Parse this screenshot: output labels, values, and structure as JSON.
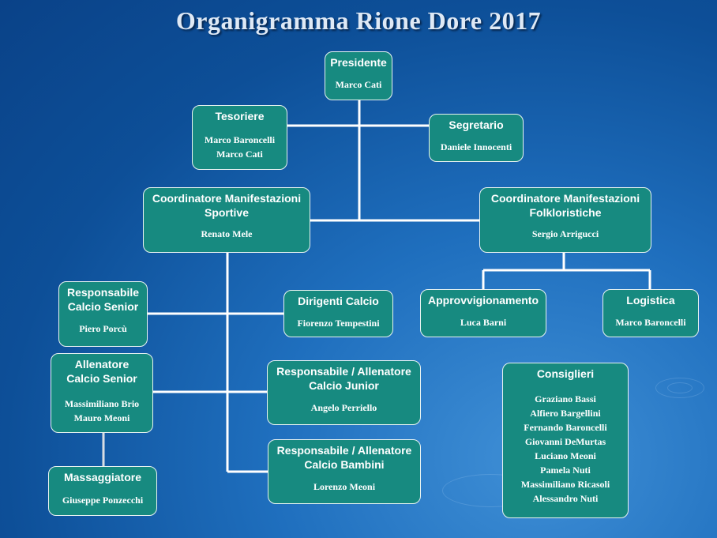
{
  "title": "Organigramma Rione Dore 2017",
  "boxes": {
    "presidente": {
      "role": [
        "Presidente"
      ],
      "names": [
        "Marco Cati"
      ]
    },
    "tesoriere": {
      "role": [
        "Tesoriere"
      ],
      "names": [
        "Marco Baroncelli",
        "Marco Cati"
      ]
    },
    "segretario": {
      "role": [
        "Segretario"
      ],
      "names": [
        "Daniele Innocenti"
      ]
    },
    "coord_sportive": {
      "role": [
        "Coordinatore Manifestazioni",
        "Sportive"
      ],
      "names": [
        "Renato Mele"
      ]
    },
    "coord_folkloristiche": {
      "role": [
        "Coordinatore Manifestazioni",
        "Folkloristiche"
      ],
      "names": [
        "Sergio Arrigucci"
      ]
    },
    "approvvigionamento": {
      "role": [
        "Approvvigionamento"
      ],
      "names": [
        "Luca Barni"
      ]
    },
    "logistica": {
      "role": [
        "Logistica"
      ],
      "names": [
        "Marco Baroncelli"
      ]
    },
    "resp_calcio_senior": {
      "role": [
        "Responsabile",
        "Calcio Senior"
      ],
      "names": [
        "Piero Porcù"
      ]
    },
    "dirigenti_calcio": {
      "role": [
        "Dirigenti Calcio"
      ],
      "names": [
        "Fiorenzo Tempestini"
      ]
    },
    "allenatore_calcio_senior": {
      "role": [
        "Allenatore",
        "Calcio Senior"
      ],
      "names": [
        "Massimiliano Brio",
        "Mauro Meoni"
      ]
    },
    "resp_calcio_junior": {
      "role": [
        "Responsabile / Allenatore",
        "Calcio Junior"
      ],
      "names": [
        "Angelo Perriello"
      ]
    },
    "massaggiatore": {
      "role": [
        "Massaggiatore"
      ],
      "names": [
        "Giuseppe Ponzecchi"
      ]
    },
    "resp_calcio_bambini": {
      "role": [
        "Responsabile / Allenatore",
        "Calcio Bambini"
      ],
      "names": [
        "Lorenzo Meoni"
      ]
    },
    "consiglieri": {
      "role": [
        "Consiglieri"
      ],
      "names": [
        "Graziano Bassi",
        "Alfiero Bargellini",
        "Fernando Baroncelli",
        "Giovanni DeMurtas",
        "Luciano Meoni",
        "Pamela Nuti",
        "Massimiliano Ricasoli",
        "Alessandro Nuti"
      ]
    }
  },
  "colors": {
    "box_fill": "#178a80",
    "box_border": "#e8f3f1",
    "connector": "#ffffff",
    "background": "#1f6fbe"
  }
}
